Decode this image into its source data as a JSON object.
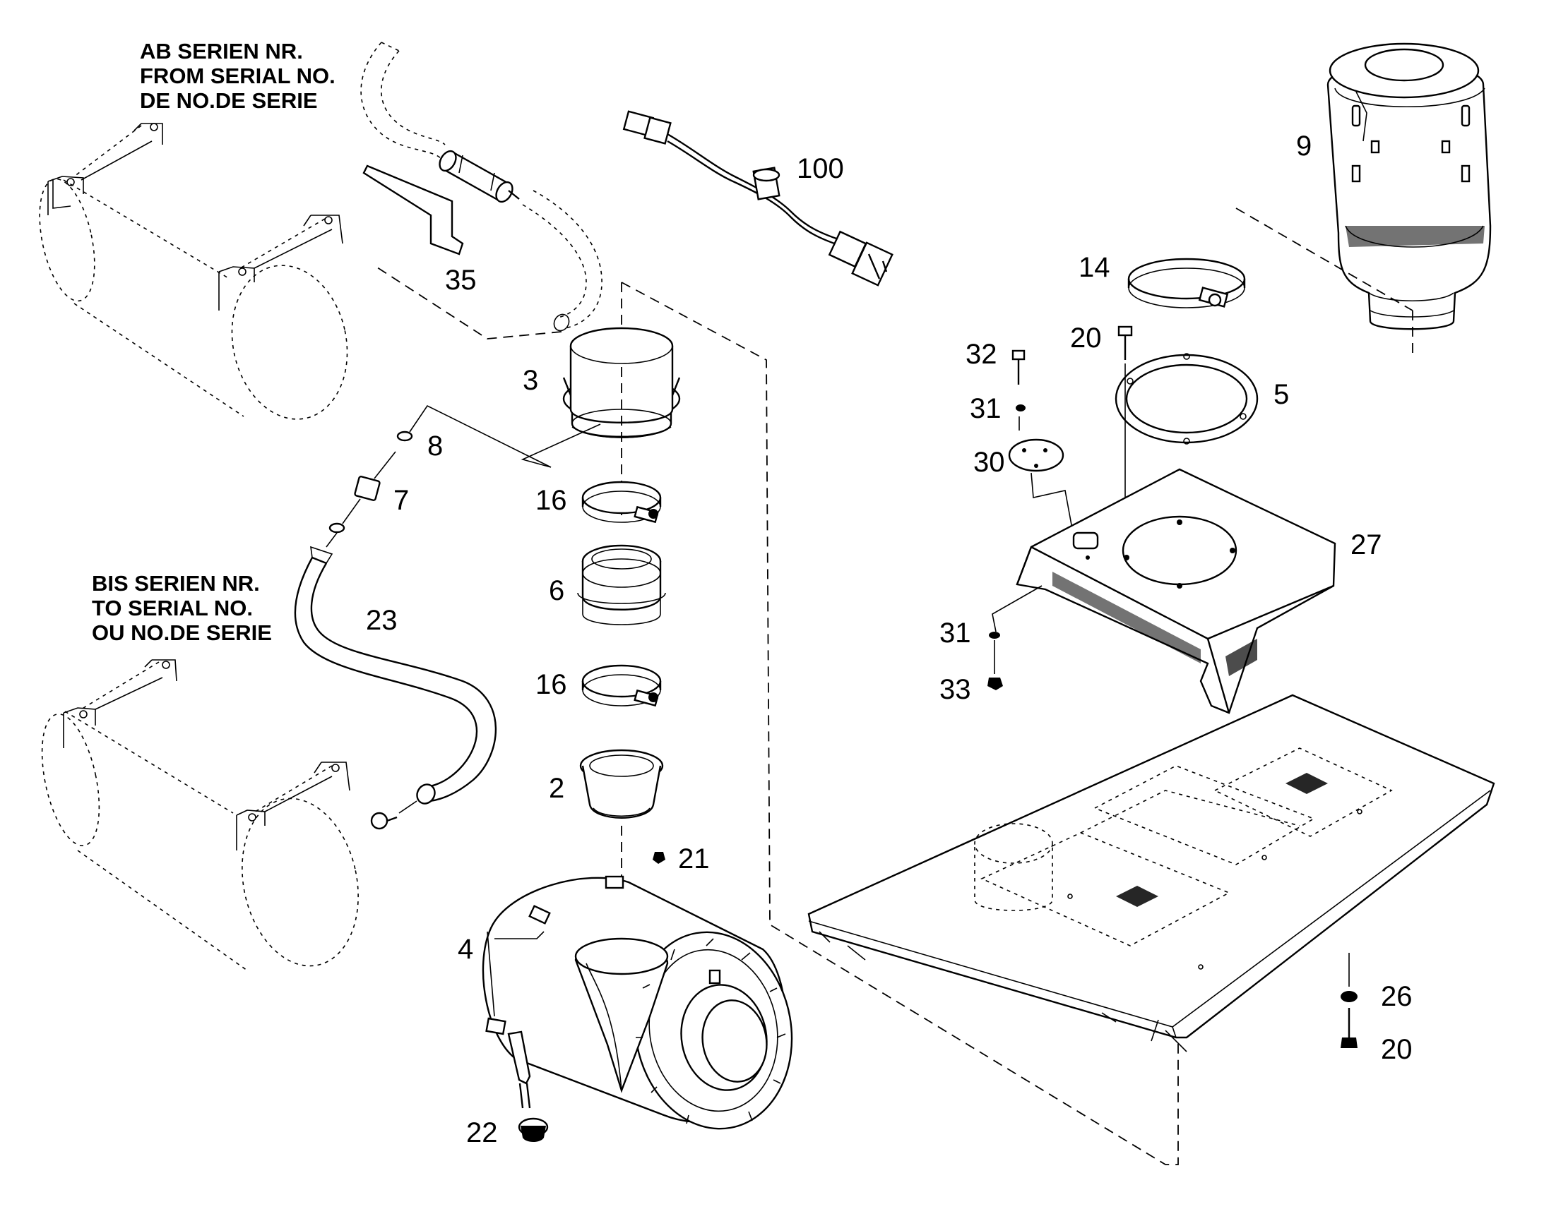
{
  "notes": {
    "from_serial": [
      "AB SERIEN NR.",
      "FROM SERIAL NO.",
      "DE NO.DE SERIE"
    ],
    "to_serial": [
      "BIS SERIEN NR.",
      "TO SERIAL NO.",
      "OU NO.DE SERIE"
    ]
  },
  "callouts": {
    "c100": "100",
    "c9": "9",
    "c35": "35",
    "c14": "14",
    "c3": "3",
    "c20a": "20",
    "c32": "32",
    "c5": "5",
    "c31a": "31",
    "c8": "8",
    "c30": "30",
    "c7": "7",
    "c16a": "16",
    "c27": "27",
    "c6": "6",
    "c23": "23",
    "c31b": "31",
    "c16b": "16",
    "c33": "33",
    "c2": "2",
    "c21": "21",
    "c4": "4",
    "c26": "26",
    "c20b": "20",
    "c22": "22"
  }
}
